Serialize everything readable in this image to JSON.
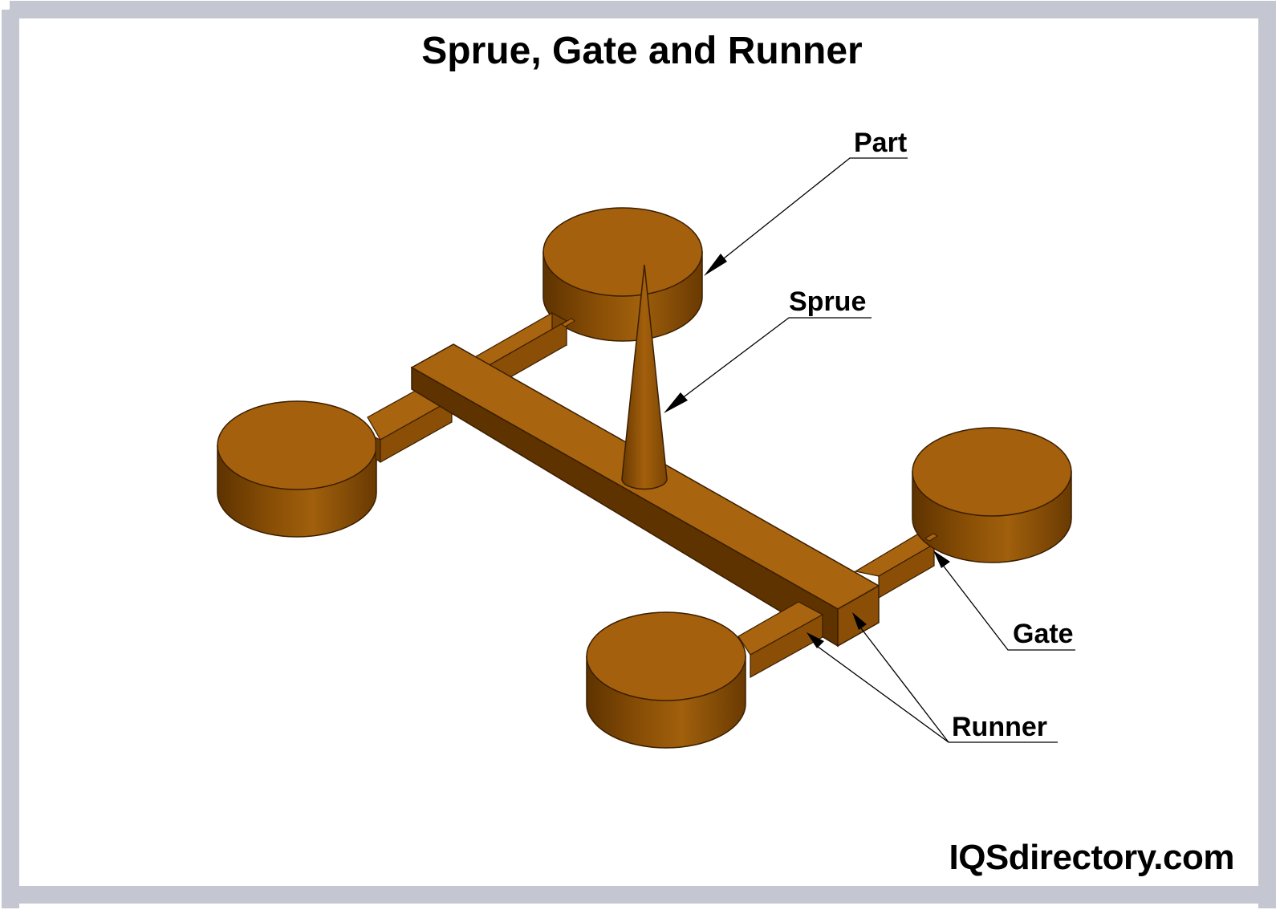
{
  "title": "Sprue, Gate and Runner",
  "brand": "IQSdirectory.com",
  "colors": {
    "frame": "#c4c7d2",
    "part_top": "#a4600c",
    "part_side_light": "#9a5a0a",
    "part_side_dark": "#5e3300",
    "outline": "#3a1e00",
    "leader": "#000000"
  },
  "labels": {
    "part": "Part",
    "sprue": "Sprue",
    "gate": "Gate",
    "runner": "Runner"
  },
  "components": [
    "part",
    "part",
    "part",
    "part",
    "sprue",
    "main-runner",
    "branch-runner",
    "branch-runner",
    "branch-runner",
    "branch-runner",
    "gate",
    "gate",
    "gate",
    "gate"
  ]
}
